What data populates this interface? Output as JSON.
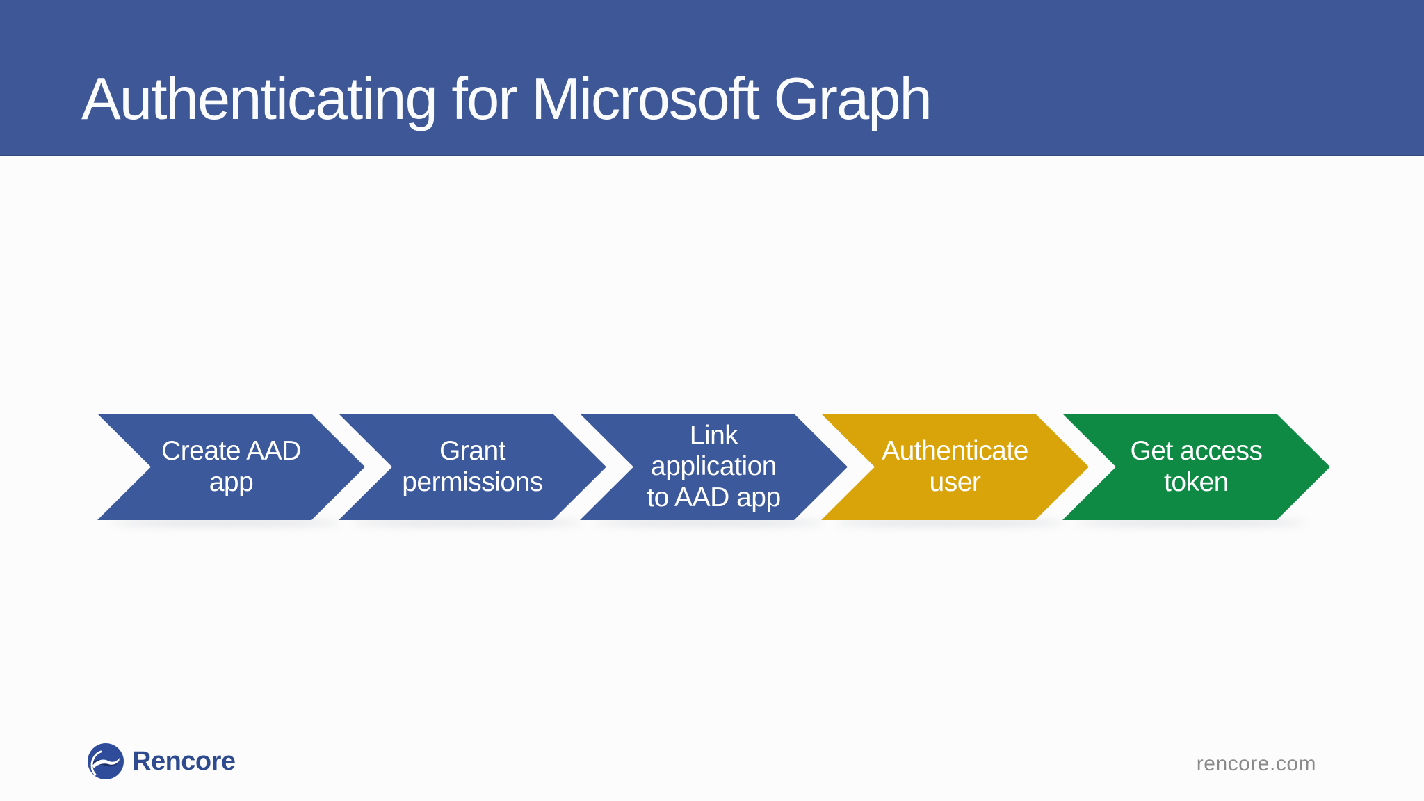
{
  "slide": {
    "title": "Authenticating for Microsoft Graph",
    "process_steps": [
      {
        "id": "create-aad-app",
        "label": "Create AAD\napp",
        "color": "#3C599C"
      },
      {
        "id": "grant-permissions",
        "label": "Grant\npermissions",
        "color": "#3C599C"
      },
      {
        "id": "link-application-to-aad-app",
        "label": "Link\napplication\nto AAD app",
        "color": "#3C599C"
      },
      {
        "id": "authenticate-user",
        "label": "Authenticate\nuser",
        "color": "#D9A40A"
      },
      {
        "id": "get-access-token",
        "label": "Get access\ntoken",
        "color": "#0E8A44"
      }
    ],
    "footer": {
      "brand_name": "Rencore",
      "website": "rencore.com"
    },
    "colors": {
      "header_background": "#3E5796",
      "step_blue": "#3C599C",
      "step_yellow": "#D9A40A",
      "step_green": "#0E8A44",
      "title_text": "#FFFFFF",
      "brand_text": "#2F4B8F",
      "website_text": "#8A8A8A"
    }
  }
}
